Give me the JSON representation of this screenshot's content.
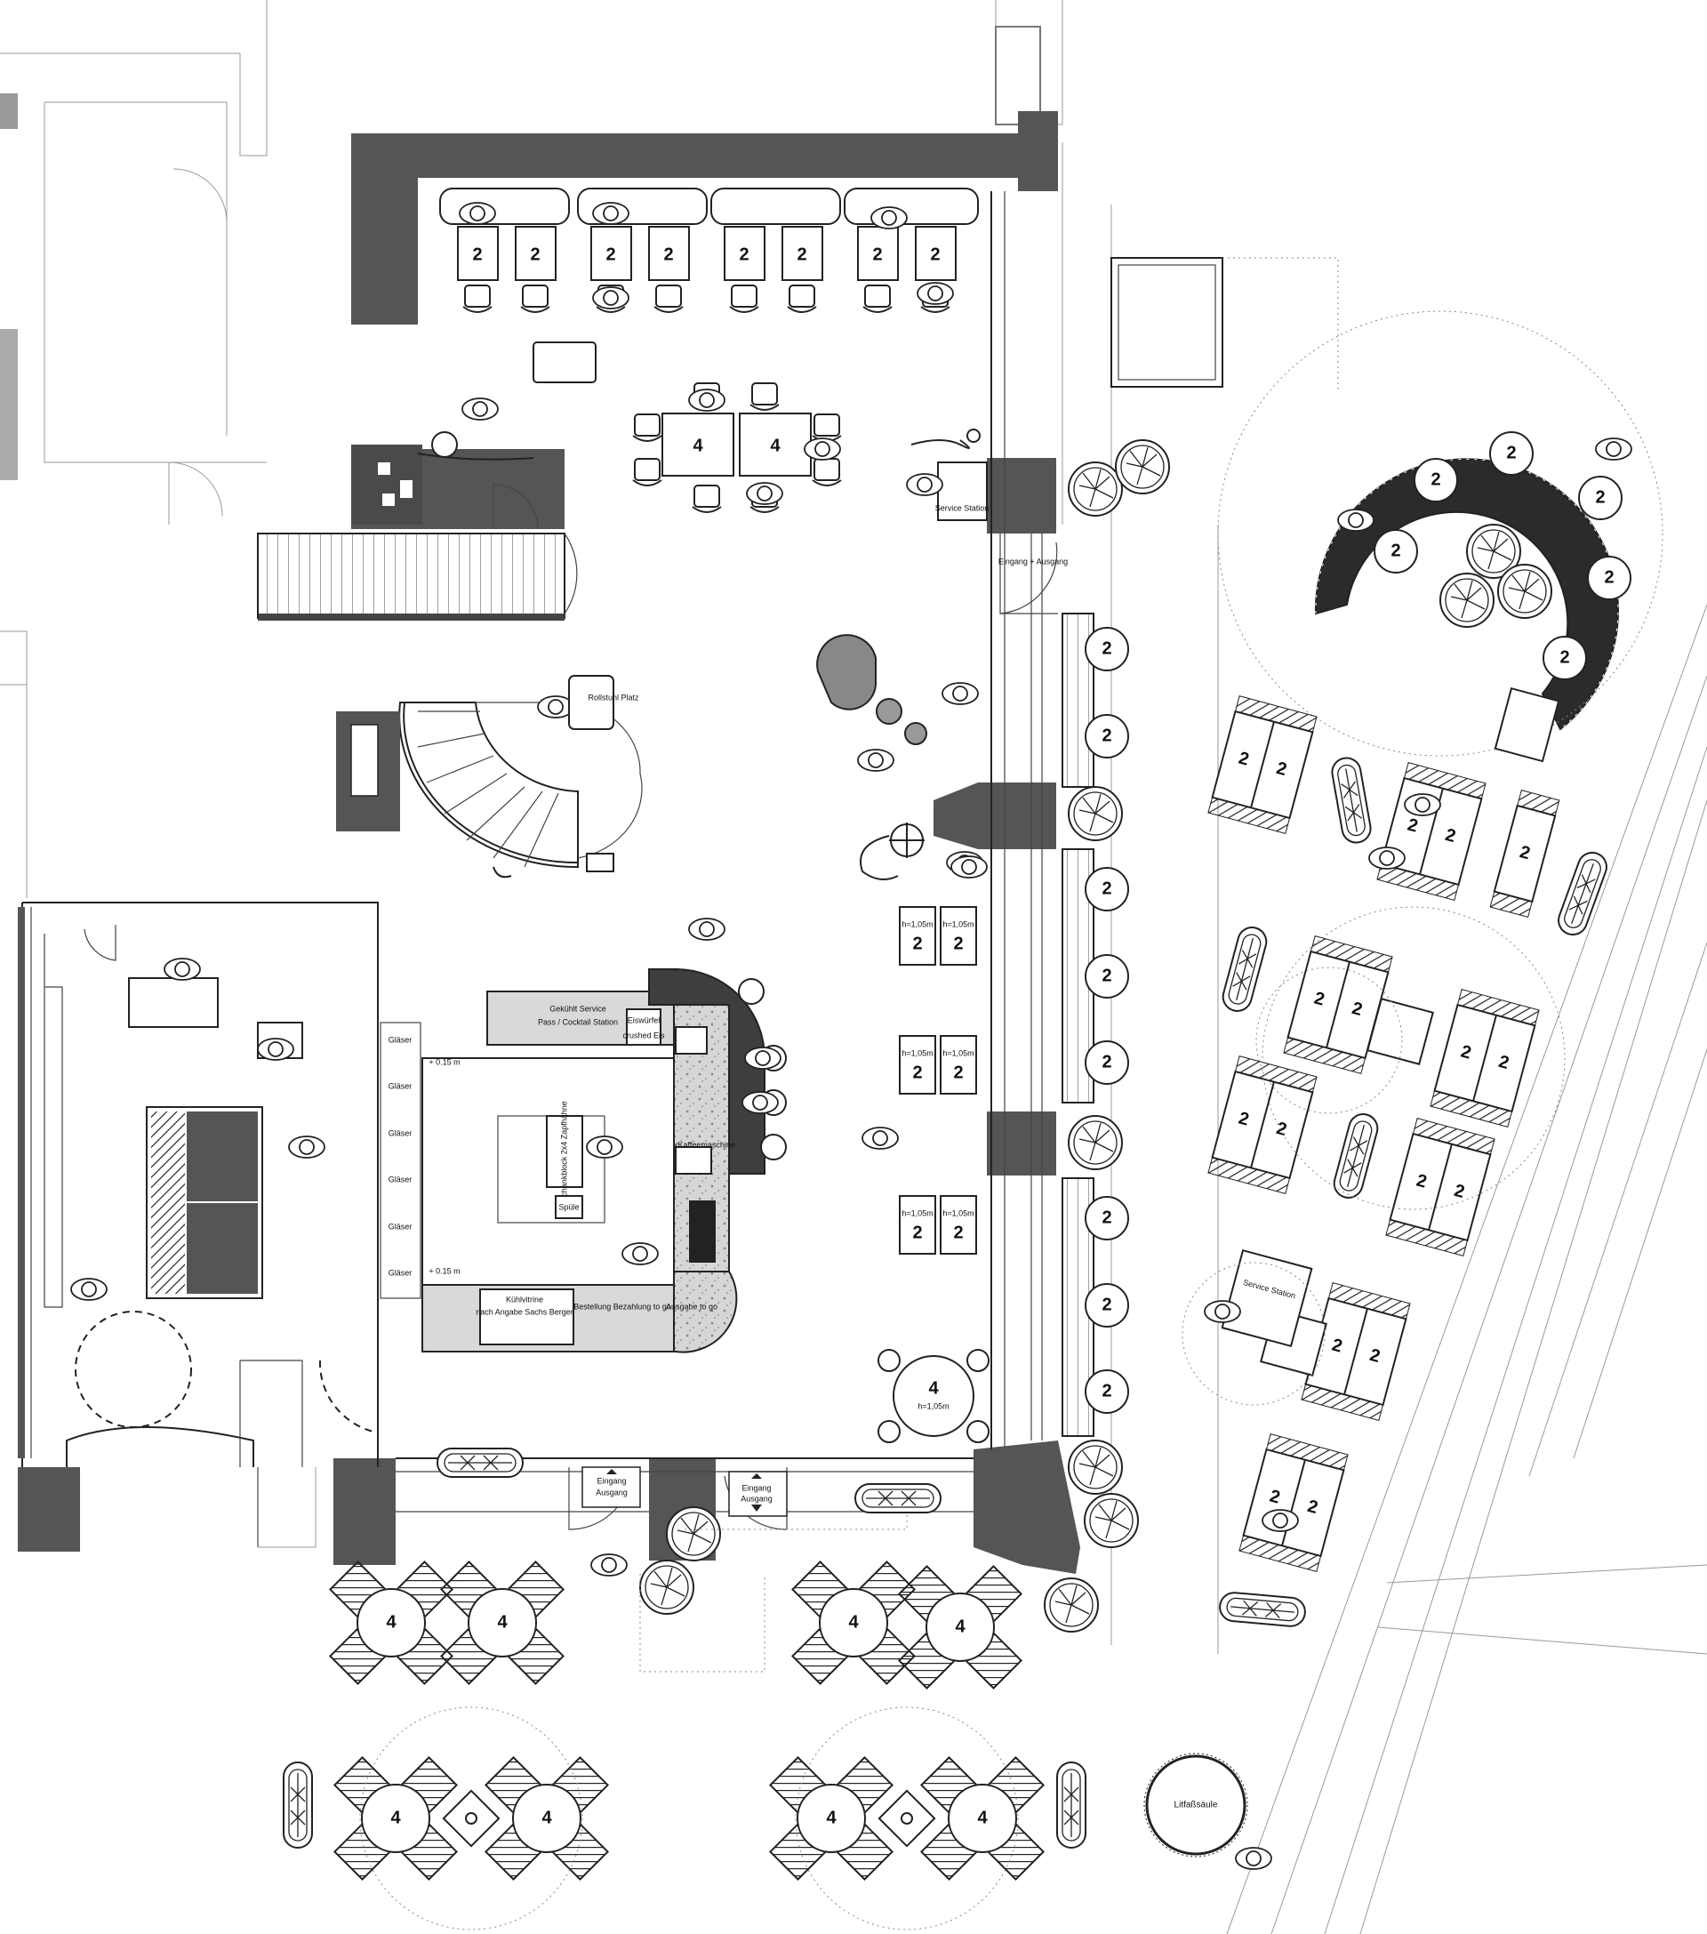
{
  "labels": {
    "eingang_ausgang_side": "Eingang + Ausgang",
    "eingang": "Eingang",
    "ausgang": "Ausgang",
    "service_station": "Service Station",
    "glaeser": "Gläser",
    "gekuehlt_service": "Gekühlt Service",
    "pass_cocktail_station": "Pass / Cocktail Station",
    "eiswuerfel": "Eiswürfel",
    "crushed_eis": "crushed Eis",
    "kaffeemaschine": "2xKaffeemaschine",
    "spuele": "Spüle",
    "schankblock": "Schankblock 2x4 Zapfhähne",
    "kuehlvitrine": "Kühlvitrine",
    "kuehlvitrine_sub": "nach Angabe Sachs Berger",
    "bestellung": "Bestellung Bezahlung to go",
    "ausgabe": "Ausgabe to go",
    "plus015": "+ 0.15 m",
    "h105": "h=1,05m",
    "litfass": "Litfaßsäule",
    "rollstuhl_platz": "Rollstuhl Platz"
  },
  "seat_counts": {
    "two": "2",
    "four": "4",
    "four_outdoor": "4"
  }
}
